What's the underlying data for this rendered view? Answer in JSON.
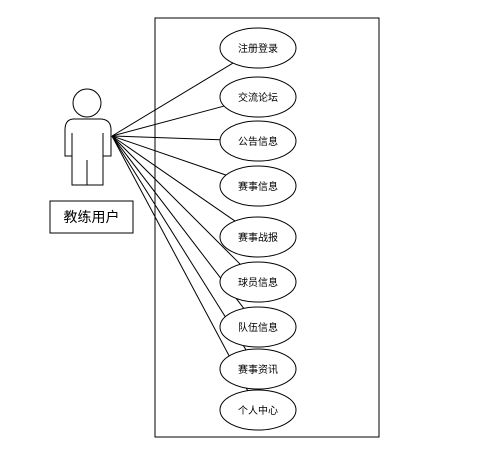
{
  "diagram": {
    "actor": {
      "name": "教练用户"
    },
    "use_cases": [
      {
        "label": "注册登录"
      },
      {
        "label": "交流论坛"
      },
      {
        "label": "公告信息"
      },
      {
        "label": "赛事信息"
      },
      {
        "label": "赛事战报"
      },
      {
        "label": "球员信息"
      },
      {
        "label": "队伍信息"
      },
      {
        "label": "赛事资讯"
      },
      {
        "label": "个人中心"
      }
    ],
    "colors": {
      "stroke": "#000000",
      "background": "#ffffff"
    }
  }
}
